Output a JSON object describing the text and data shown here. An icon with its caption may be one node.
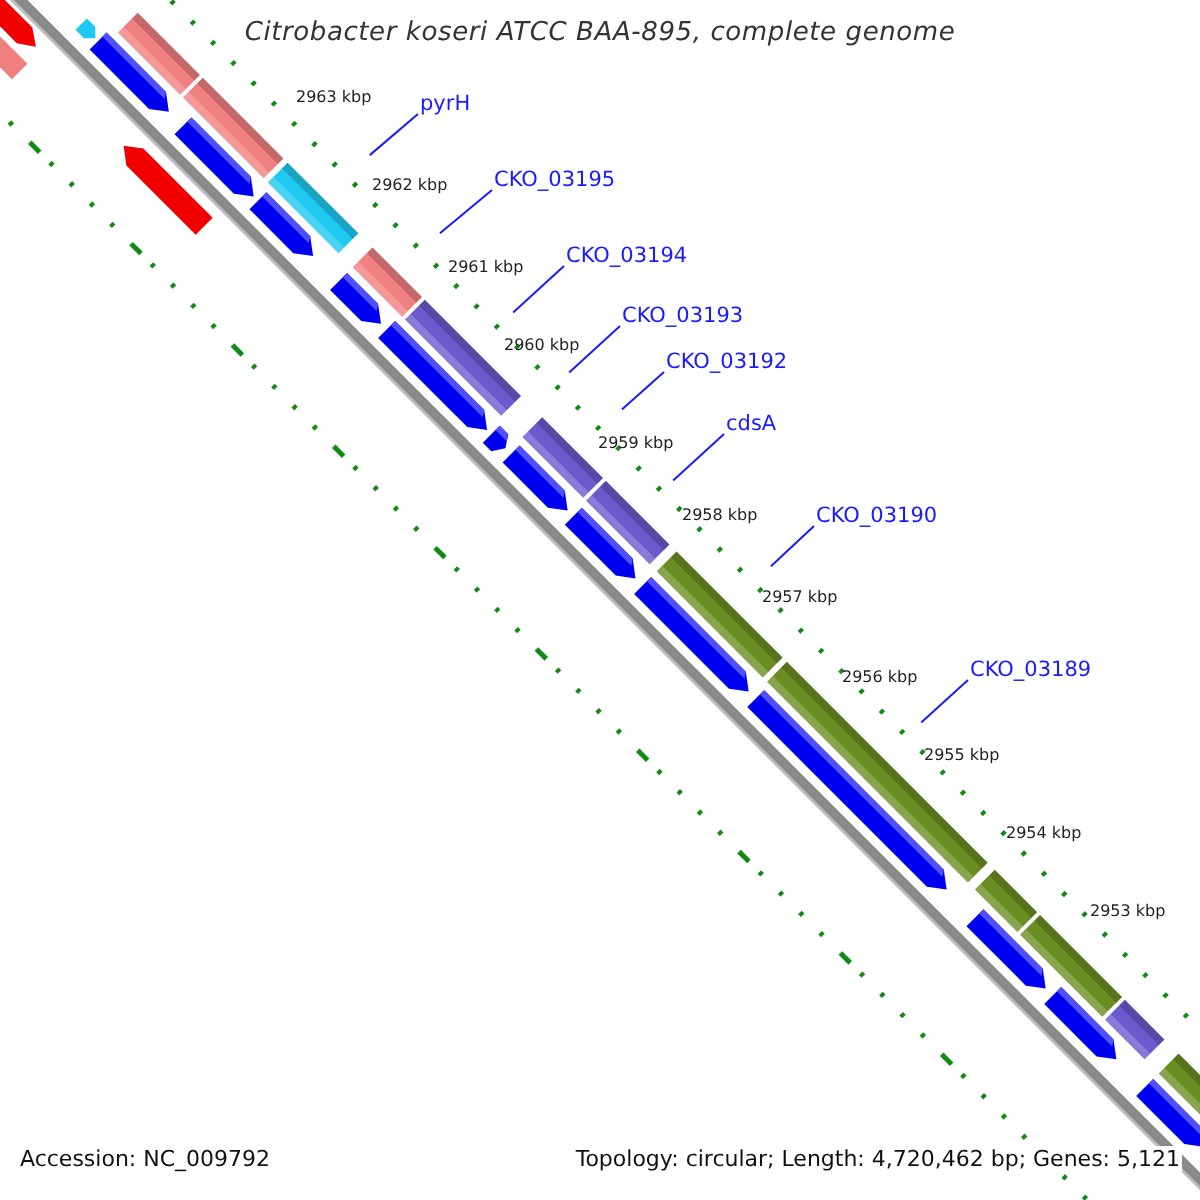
{
  "diagram": {
    "title": "Citrobacter koseri ATCC BAA-895, complete genome",
    "nodes": [
      {
        "text": [
          "pyrH"
        ]
      },
      {
        "text": [
          "CKO_03195"
        ]
      },
      {
        "text": [
          "CKO_03194"
        ]
      },
      {
        "text": [
          "CKO_03193"
        ]
      },
      {
        "text": [
          "CKO_03192"
        ]
      },
      {
        "text": [
          "cdsA"
        ]
      },
      {
        "text": [
          "CKO_03190"
        ]
      },
      {
        "text": [
          "CKO_03189"
        ]
      }
    ],
    "edges": [
      {
        "from": 0,
        "to": null,
        "arrow": "none"
      },
      {
        "from": 1,
        "to": null,
        "arrow": "none"
      },
      {
        "from": 2,
        "to": null,
        "arrow": "none"
      },
      {
        "from": 3,
        "to": null,
        "arrow": "none"
      },
      {
        "from": 4,
        "to": null,
        "arrow": "none"
      },
      {
        "from": 5,
        "to": null,
        "arrow": "none"
      },
      {
        "from": 6,
        "to": null,
        "arrow": "none"
      },
      {
        "from": 7,
        "to": null,
        "arrow": "none"
      }
    ],
    "labels": [
      "2963 kbp",
      "2962 kbp",
      "2961 kbp",
      "2960 kbp",
      "2959 kbp",
      "2958 kbp",
      "2957 kbp",
      "2956 kbp",
      "2955 kbp",
      "2954 kbp",
      "2953 kbp",
      "Accession: NC_009792",
      "Topology: circular; Length: 4,720,462 bp; Genes: 5,121"
    ]
  }
}
